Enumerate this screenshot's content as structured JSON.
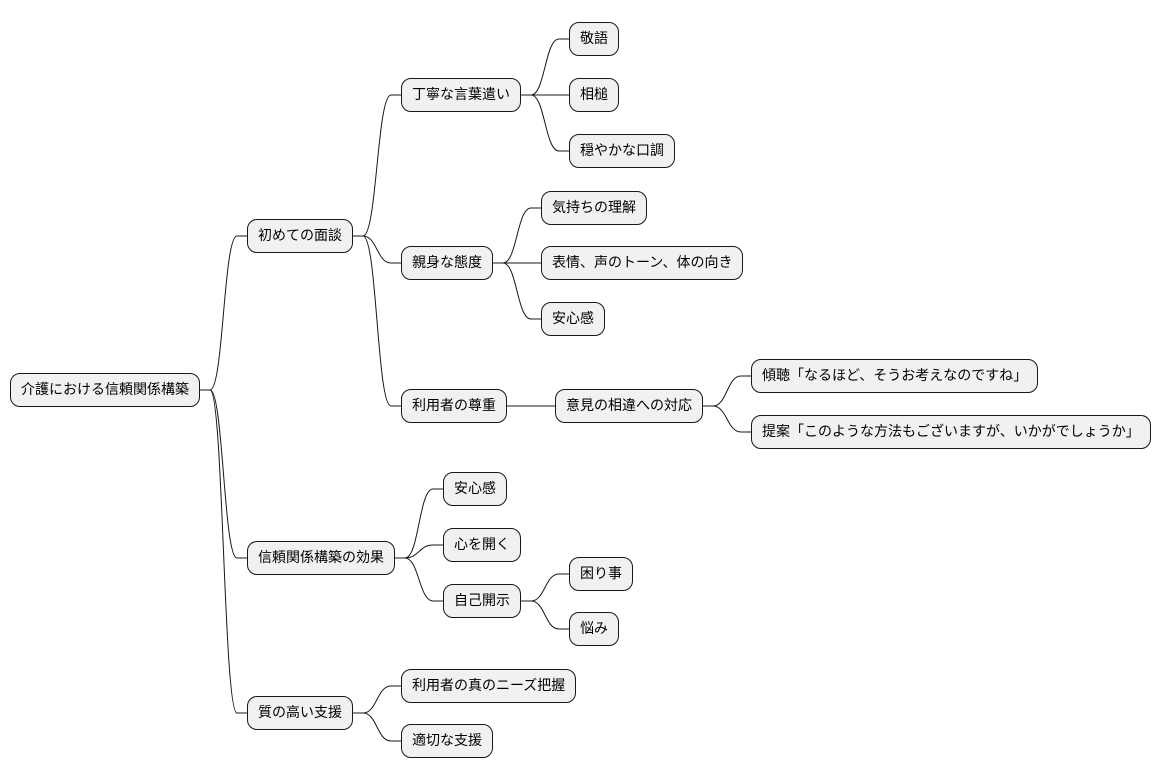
{
  "colors": {
    "node_fill": "#f1f1f1",
    "node_border": "#181818",
    "edge": "#181818",
    "background": "#ffffff"
  },
  "mindmap": {
    "root": "介護における信頼関係構築",
    "branches": [
      {
        "label": "初めての面談",
        "children": [
          {
            "label": "丁寧な言葉遣い",
            "children": [
              "敬語",
              "相槌",
              "穏やかな口調"
            ]
          },
          {
            "label": "親身な態度",
            "children": [
              "気持ちの理解",
              "表情、声のトーン、体の向き",
              "安心感"
            ]
          },
          {
            "label": "利用者の尊重",
            "children": [
              {
                "label": "意見の相違への対応",
                "children": [
                  "傾聴「なるほど、そうお考えなのですね」",
                  "提案「このような方法もございますが、いかがでしょうか」"
                ]
              }
            ]
          }
        ]
      },
      {
        "label": "信頼関係構築の効果",
        "children": [
          {
            "label": "安心感"
          },
          {
            "label": "心を開く"
          },
          {
            "label": "自己開示",
            "children": [
              "困り事",
              "悩み"
            ]
          }
        ]
      },
      {
        "label": "質の高い支援",
        "children": [
          {
            "label": "利用者の真のニーズ把握"
          },
          {
            "label": "適切な支援"
          }
        ]
      }
    ]
  }
}
